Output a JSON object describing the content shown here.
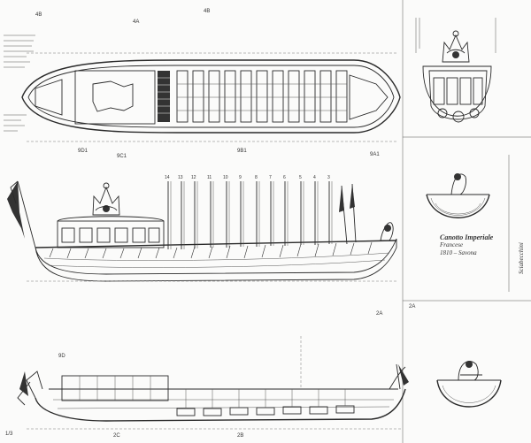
{
  "title_block": {
    "line1": "Canotto Imperiale",
    "line2": "Francese",
    "line3": "1810 – Savona"
  },
  "side_title": "Sciabecchini",
  "view_marks": {
    "plan_top_left": "4B",
    "plan_top_mid": "4A",
    "plan_top_right": "4B",
    "plan_bottom_1": "9D1",
    "plan_bottom_2": "9C1",
    "plan_bottom_3": "9B1",
    "plan_bottom_4": "9A1",
    "section_2a_upper": "2A",
    "section_2a_right": "2A",
    "lower_left": "9D",
    "lower_bottom_1": "2C",
    "lower_bottom_2": "2B"
  },
  "oar_numbers": [
    "14",
    "13",
    "12",
    "11",
    "10",
    "9",
    "8",
    "7",
    "6",
    "5",
    "4",
    "3"
  ],
  "sheet_number": "1/3",
  "colors": {
    "ink": "#2a2a2a",
    "paper": "#fbfbfa"
  },
  "icons": [
    "ensign-flag-icon",
    "crown-icon",
    "figurehead-icon"
  ]
}
